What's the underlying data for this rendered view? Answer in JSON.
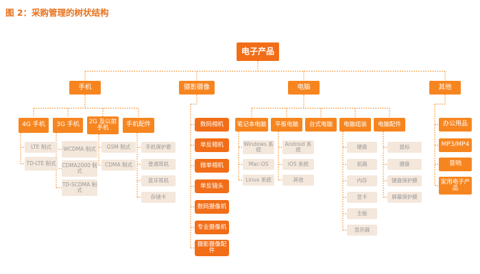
{
  "caption": "图 2：采购管理的树状结构",
  "root": "电子产品",
  "level1": [
    "手机",
    "摄影摄像",
    "电脑",
    "其他"
  ],
  "phone": {
    "l2": [
      "4G 手机",
      "3G 手机",
      "2G 及以前手机",
      "手机配件"
    ],
    "g4": [
      "LTE 制式",
      "TD-LTE 制式"
    ],
    "g3": [
      "WCDMA 制式",
      "CDMA2000 制式",
      "TD-SCDMA 制式"
    ],
    "g2": [
      "GSM 制式",
      "CDMA 制式"
    ],
    "acc": [
      "手机保护套",
      "普通耳机",
      "蓝牙耳机",
      "存储卡"
    ]
  },
  "camera": [
    "数码相机",
    "单反相机",
    "微单相机",
    "单反镜头",
    "数码摄像机",
    "专业摄像机",
    "摄影摄像配件"
  ],
  "computer": {
    "l2": [
      "笔记本电脑",
      "平板电脑",
      "台式电脑",
      "电脑组装",
      "电脑配件"
    ],
    "laptop": [
      "Windows 系统",
      "Mac-OS",
      "Linux 系统"
    ],
    "tablet": [
      "Android 系统",
      "iOS 系统",
      "其他"
    ],
    "assembly": [
      "硬盘",
      "机箱",
      "内存",
      "显卡",
      "主板",
      "显示器"
    ],
    "acc": [
      "鼠标",
      "键盘",
      "键盘保护膜",
      "屏幕保护膜"
    ]
  },
  "other": [
    "办公用品",
    "MP3/MP4",
    "音响",
    "家用电子产品"
  ],
  "colors": {
    "accent": "#f26d17",
    "connector": "#f7a04a",
    "leaf_bg": "#f4e7db",
    "leaf_text": "#999999"
  }
}
